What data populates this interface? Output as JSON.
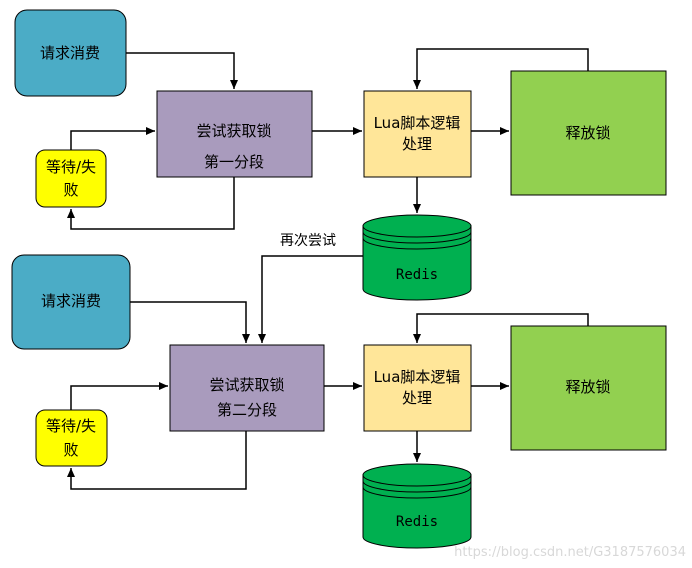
{
  "colors": {
    "request": "#4bacc6",
    "try_lock": "#a99bbd",
    "wait_fail": "#ffff00",
    "lua": "#ffe699",
    "release": "#92d050",
    "redis": "#00b050",
    "line": "#000000"
  },
  "stage1": {
    "request": "请求消费",
    "try_lock_line1": "尝试获取锁",
    "try_lock_line2": "第一分段",
    "wait_fail_line1": "等待/失",
    "wait_fail_line2": "败",
    "lua_line1": "Lua脚本逻辑",
    "lua_line2": "处理",
    "release": "释放锁",
    "redis": "Redis"
  },
  "retry_label": "再次尝试",
  "stage2": {
    "request": "请求消费",
    "try_lock_line1": "尝试获取锁",
    "try_lock_line2": "第二分段",
    "wait_fail_line1": "等待/失",
    "wait_fail_line2": "败",
    "lua_line1": "Lua脚本逻辑",
    "lua_line2": "处理",
    "release": "释放锁",
    "redis": "Redis"
  },
  "watermark": "https://blog.csdn.net/G3187576034"
}
